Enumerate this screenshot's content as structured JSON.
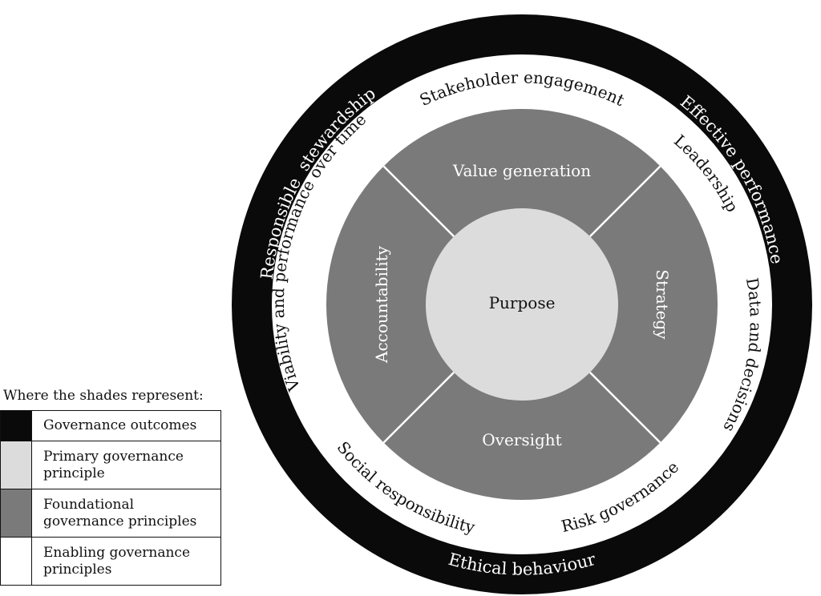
{
  "center": {
    "label": "Purpose"
  },
  "foundational": {
    "top": "Value generation",
    "right": "Strategy",
    "bottom": "Oversight",
    "left": "Accountability"
  },
  "enabling": {
    "top": "Stakeholder engagement",
    "upper_right": "Leadership",
    "right": "Data and decisions",
    "lower_right": "Risk governance",
    "lower_left": "Social responsibility",
    "left": "Viability and performance over time"
  },
  "outcomes": {
    "left": "Responsible  stewardship",
    "right": "Effective performance",
    "bottom": "Ethical behaviour"
  },
  "legend": {
    "title": "Where the shades represent:",
    "items": [
      {
        "label": "Governance outcomes",
        "color": "#0a0a0a"
      },
      {
        "label": "Primary governance principle",
        "color": "#dcdcdc"
      },
      {
        "label": "Foundational governance principles",
        "color": "#7a7a7a"
      },
      {
        "label": "Enabling governance principles",
        "color": "#ffffff"
      }
    ]
  },
  "colors": {
    "outcomes": "#0a0a0a",
    "enabling": "#ffffff",
    "foundational": "#7a7a7a",
    "primary": "#dcdcdc"
  }
}
